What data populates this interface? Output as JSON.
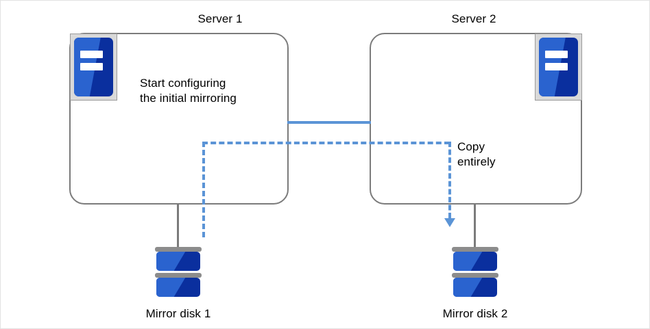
{
  "diagram": {
    "title_server1": "Server 1",
    "title_server2": "Server 2",
    "note_server1": "Start configuring\nthe initial mirroring",
    "note_copy": "Copy\nentirely",
    "label_disk1": "Mirror disk 1",
    "label_disk2": "Mirror disk 2",
    "icons": {
      "server_icon_name": "server-icon",
      "disk_icon_name": "disk-icon",
      "arrow_icon_name": "arrow-down-icon"
    },
    "colors": {
      "box_border": "#7b7b7b",
      "connector_blue": "#5b94d6",
      "connector_gray": "#7b7b7b",
      "icon_blue_light": "#2a63cf",
      "icon_blue_dark": "#0a2f9e",
      "icon_frame_gray": "#d9d9d9",
      "disk_platter_gray": "#8c8c8c",
      "page_border": "#e2e2e2",
      "text": "#000000"
    }
  }
}
